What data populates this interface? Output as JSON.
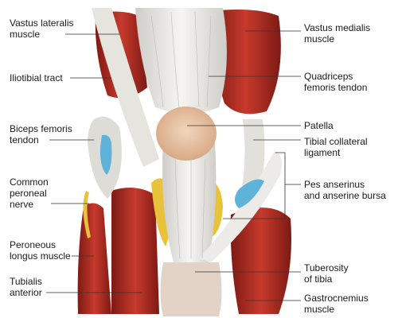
{
  "labels": {
    "vastus_lateralis": "Vastus lateralis\nmuscle",
    "iliotibial_tract": "Iliotibial tract",
    "biceps_femoris": "Biceps femoris\ntendon",
    "common_peroneal": "Common\nperoneal\nnerve",
    "peroneous_longus": "Peroneous\nlongus muscle",
    "tibialis_anterior": "Tubialis\nanterior",
    "vastus_medialis": "Vastus medialis\nmuscle",
    "quadriceps_tendon": "Quadriceps\nfemoris tendon",
    "patella": "Patella",
    "tibial_collateral": "Tibial collateral\nligament",
    "pes_anserinus": "Pes anserinus\nand anserine bursa",
    "tuberosity_tibia": "Tuberosity\nof tibia",
    "gastrocnemius": "Gastrocnemius\nmuscle"
  },
  "colors": {
    "muscle": "#c0392b",
    "muscle_dark": "#8e1f19",
    "tendon": "#ecebe7",
    "tendon_shadow": "#c9c7c2",
    "patella": "#e8c7a8",
    "fat": "#e8c23a",
    "bursa": "#5fb3d8",
    "leader": "#333333"
  }
}
